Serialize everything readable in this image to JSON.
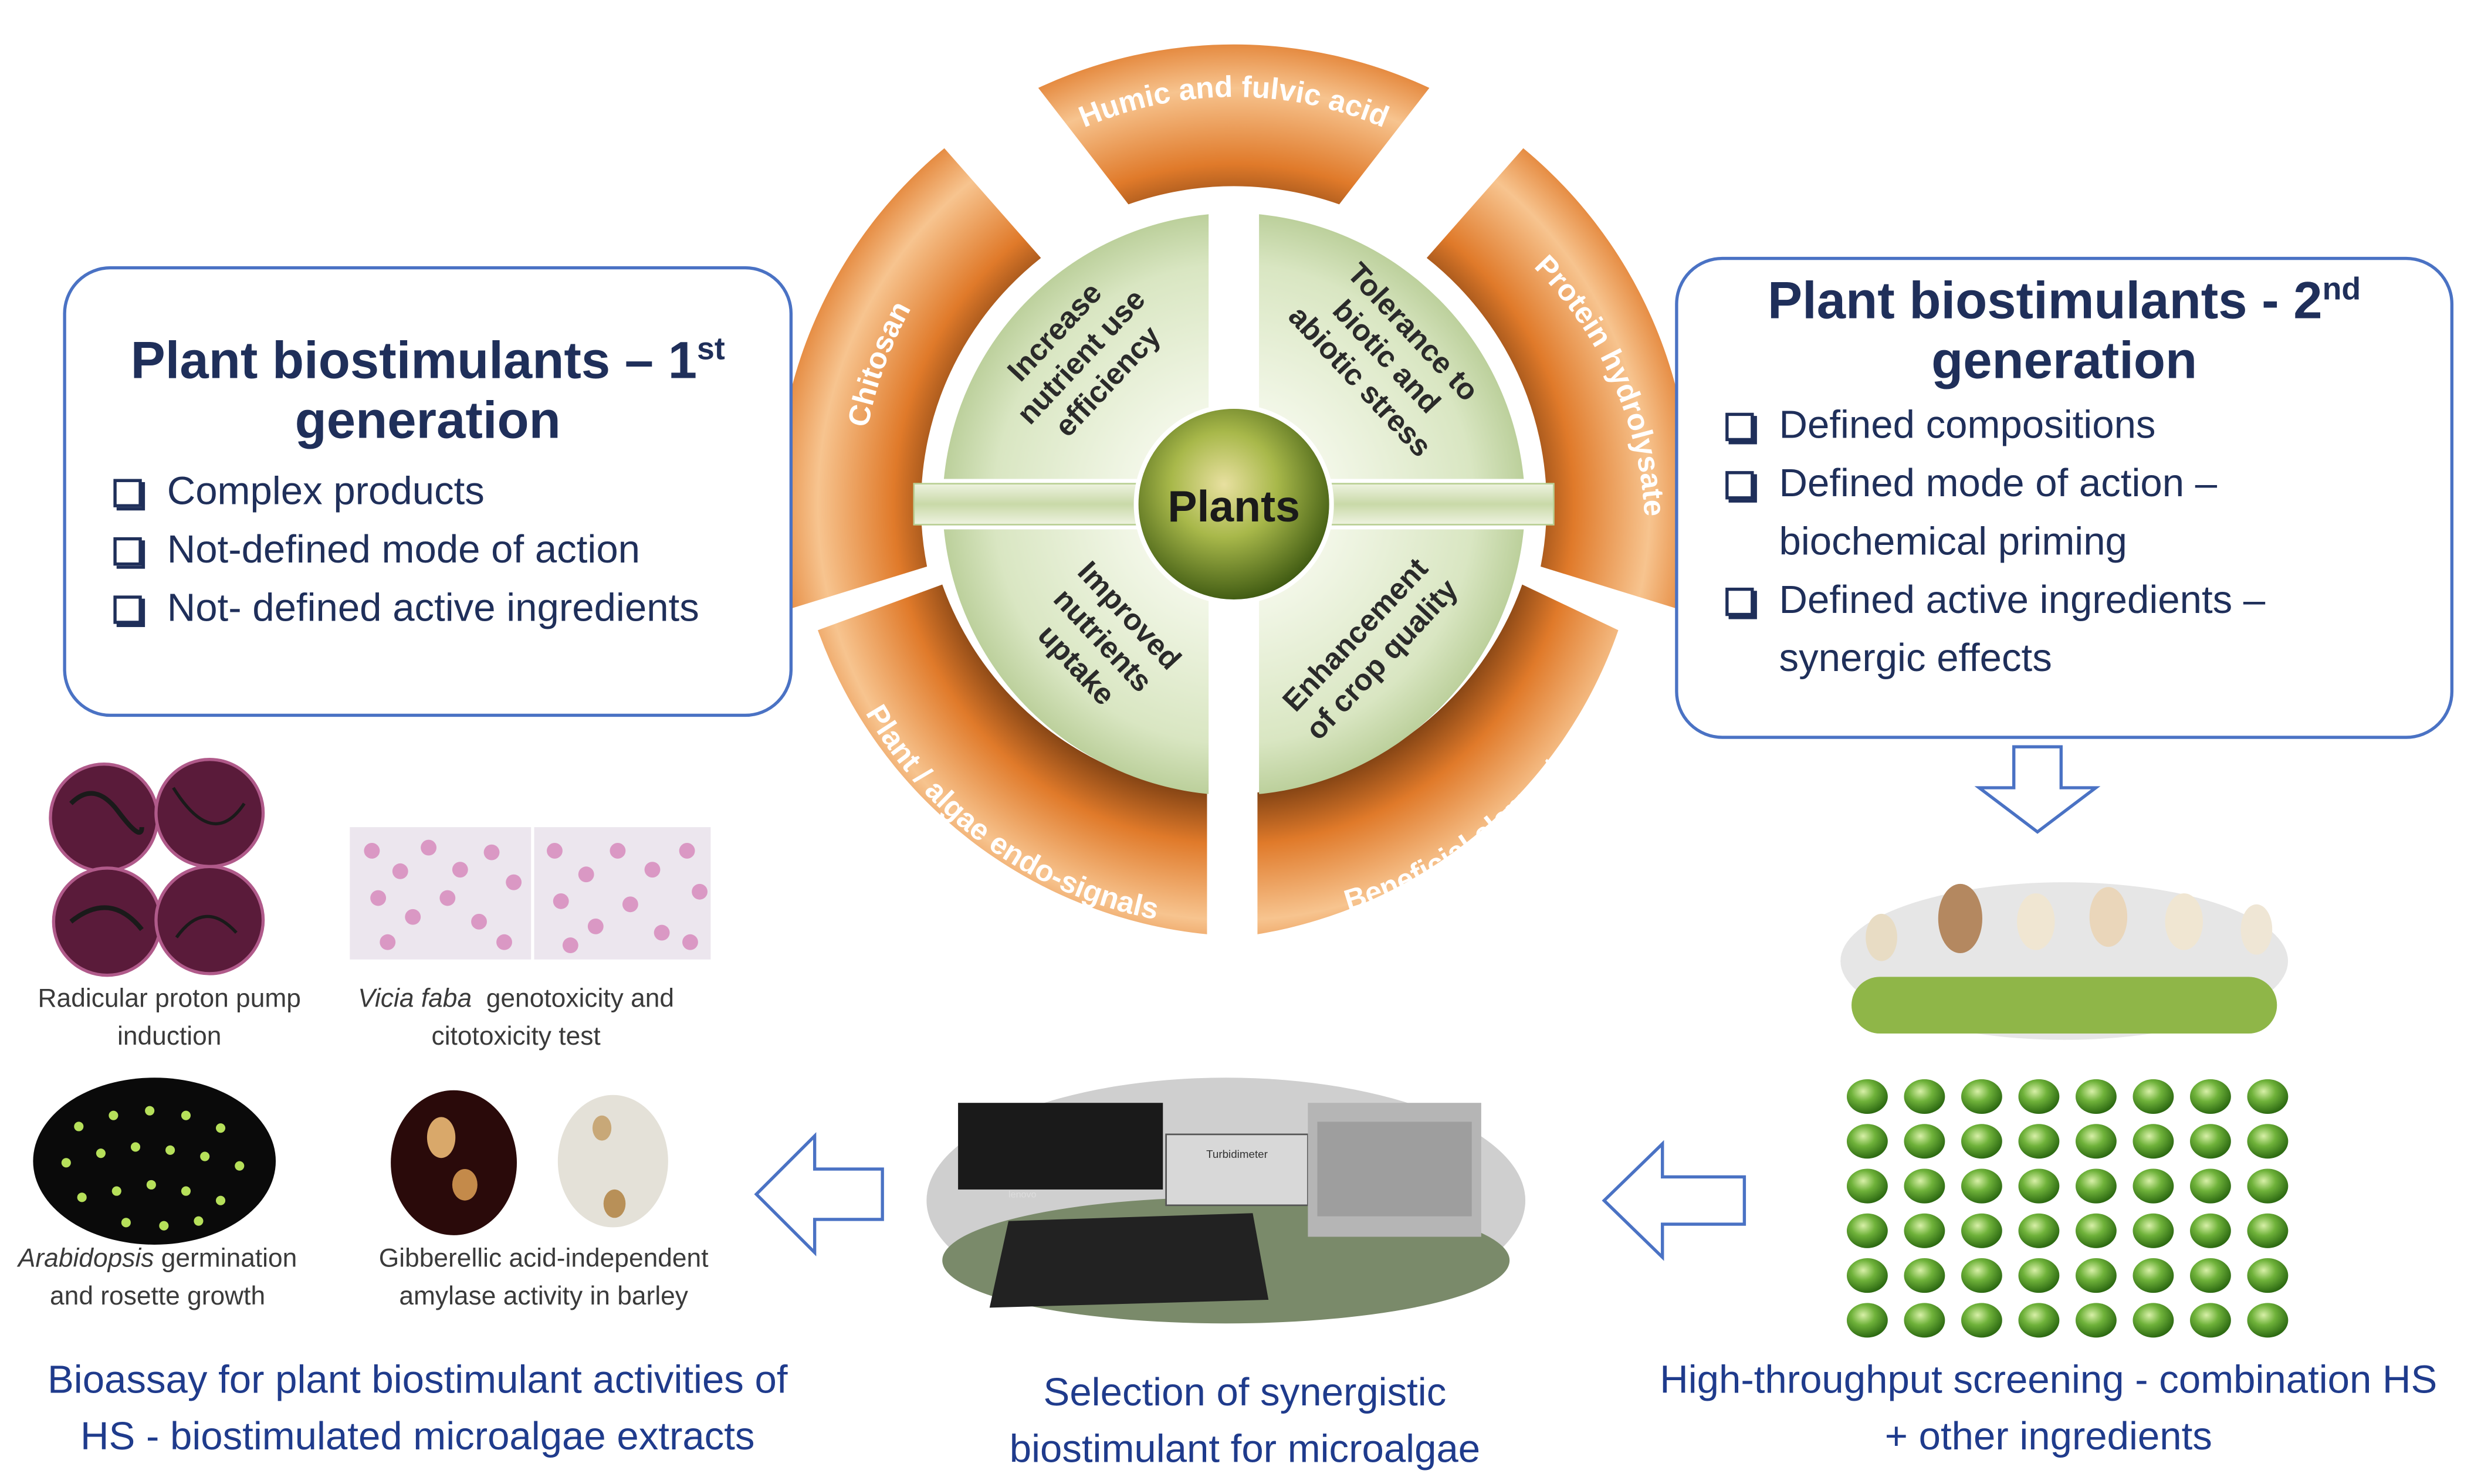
{
  "wheel": {
    "center": "Plants",
    "inner": [
      {
        "id": "tl",
        "lines": [
          "Increase",
          "nutrient use",
          "efficiency"
        ]
      },
      {
        "id": "tr",
        "lines": [
          "Tolerance to",
          "biotic and",
          "abiotic stress"
        ]
      },
      {
        "id": "bl",
        "lines": [
          "Improved",
          "nutrients",
          "uptake"
        ]
      },
      {
        "id": "br",
        "lines": [
          "Enhancement",
          "of crop quality"
        ]
      }
    ],
    "outer": [
      {
        "id": "top",
        "label": "Humic and fulvic acid"
      },
      {
        "id": "right",
        "label": "Protein hydrolysate"
      },
      {
        "id": "bottom_right",
        "label": "Beneficial elements"
      },
      {
        "id": "bottom_left",
        "label": "Plant / algae endo-signals"
      },
      {
        "id": "left",
        "label": "Chitosan"
      }
    ]
  },
  "first_gen": {
    "title_main": "Plant biostimulants – 1",
    "title_sup": "st",
    "title_line2": "generation",
    "items": [
      "Complex products",
      "Not-defined mode of action",
      "Not- defined active ingredients"
    ]
  },
  "second_gen": {
    "title_main": "Plant biostimulants - 2",
    "title_sup": "nd",
    "title_line2": "generation",
    "items": [
      {
        "line1": "Defined compositions",
        "line2": ""
      },
      {
        "line1": "Defined mode of action –",
        "line2": "biochemical priming"
      },
      {
        "line1": "Defined active ingredients –",
        "line2": "synergic effects"
      }
    ]
  },
  "captions": {
    "proton_pump_1": "Radicular proton pump",
    "proton_pump_2": "induction",
    "vicia_italic": "Vicia faba",
    "vicia_rest": "  genotoxicity and",
    "vicia_2": "citotoxicity test",
    "arabidopsis_italic": "Arabidopsis",
    "arabidopsis_rest": " germination",
    "arabidopsis_2": "and rosette growth",
    "gibberellic_1": "Gibberellic acid-independent",
    "gibberellic_2": "amylase activity in barley"
  },
  "bottom": {
    "bioassay_1": "Bioassay for plant biostimulant activities of",
    "bioassay_2": "HS - biostimulated microalgae extracts",
    "selection_1": "Selection of synergistic",
    "selection_2": "biostimulant for microalgae",
    "screening_1": "High-throughput screening - combination HS",
    "screening_2": "+ other ingredients"
  },
  "photo_labels": {
    "turbidimeter": "Turbidimeter",
    "keyboard_brand": "lenovo"
  },
  "colors": {
    "wheel_outer": "#e07a2a",
    "wheel_inner": "#dde8cc",
    "center": "#5f7f1e",
    "box_border": "#4a72c4",
    "title_text": "#1f2f5a",
    "caption_blue": "#1f3b8c",
    "bead_green": "#5aa02c"
  },
  "screening_grid": {
    "rows": 6,
    "cols": 8
  }
}
